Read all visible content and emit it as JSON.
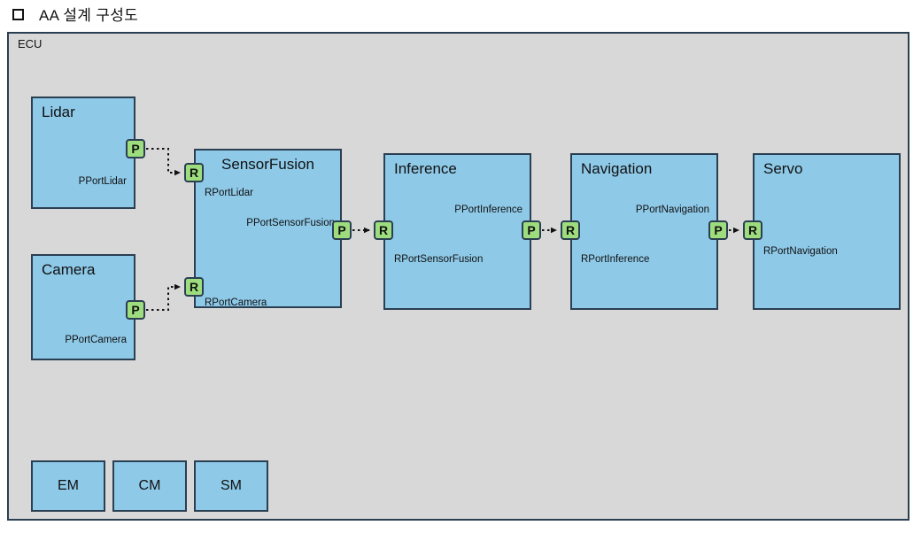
{
  "header": {
    "icon": "square-icon",
    "title": "AA 설계 구성도"
  },
  "diagram": {
    "container_label": "ECU",
    "colors": {
      "container_fill": "#d8d8d8",
      "block_fill": "#8ec9e8",
      "block_border": "#2b3f52",
      "port_fill": "#9edd7e",
      "connector": "#111111"
    },
    "blocks": [
      {
        "id": "lidar",
        "title": "Lidar",
        "title_align": "left",
        "ports": [
          {
            "kind": "P",
            "glyph": "P",
            "label": "PPortLidar",
            "side": "right",
            "label_align": "right"
          }
        ]
      },
      {
        "id": "camera",
        "title": "Camera",
        "title_align": "left",
        "ports": [
          {
            "kind": "P",
            "glyph": "P",
            "label": "PPortCamera",
            "side": "right",
            "label_align": "right"
          }
        ]
      },
      {
        "id": "sensorfusion",
        "title": "SensorFusion",
        "title_align": "center",
        "ports": [
          {
            "kind": "R",
            "glyph": "R",
            "label": "RPortLidar",
            "side": "left",
            "label_align": "left"
          },
          {
            "kind": "R",
            "glyph": "R",
            "label": "RPortCamera",
            "side": "left",
            "label_align": "left"
          },
          {
            "kind": "P",
            "glyph": "P",
            "label": "PPortSensorFusion",
            "side": "right",
            "label_align": "right"
          }
        ]
      },
      {
        "id": "inference",
        "title": "Inference",
        "title_align": "left",
        "ports": [
          {
            "kind": "R",
            "glyph": "R",
            "label": "RPortSensorFusion",
            "side": "left",
            "label_align": "left"
          },
          {
            "kind": "P",
            "glyph": "P",
            "label": "PPortInference",
            "side": "right",
            "label_align": "right"
          }
        ]
      },
      {
        "id": "navigation",
        "title": "Navigation",
        "title_align": "left",
        "ports": [
          {
            "kind": "R",
            "glyph": "R",
            "label": "RPortInference",
            "side": "left",
            "label_align": "left"
          },
          {
            "kind": "P",
            "glyph": "P",
            "label": "PPortNavigation",
            "side": "right",
            "label_align": "right"
          }
        ]
      },
      {
        "id": "servo",
        "title": "Servo",
        "title_align": "left",
        "ports": [
          {
            "kind": "R",
            "glyph": "R",
            "label": "RPortNavigation",
            "side": "left",
            "label_align": "left"
          }
        ]
      }
    ],
    "module_blocks": [
      {
        "id": "em",
        "label": "EM"
      },
      {
        "id": "cm",
        "label": "CM"
      },
      {
        "id": "sm",
        "label": "SM"
      }
    ],
    "connections": [
      {
        "from": "PPortLidar",
        "to": "RPortLidar",
        "style": "dotted-arrow"
      },
      {
        "from": "PPortCamera",
        "to": "RPortCamera",
        "style": "dotted-arrow"
      },
      {
        "from": "PPortSensorFusion",
        "to": "RPortSensorFusion",
        "style": "dotted-arrow"
      },
      {
        "from": "PPortInference",
        "to": "RPortInference",
        "style": "dotted-arrow"
      },
      {
        "from": "PPortNavigation",
        "to": "RPortNavigation",
        "style": "dotted-arrow"
      }
    ]
  }
}
